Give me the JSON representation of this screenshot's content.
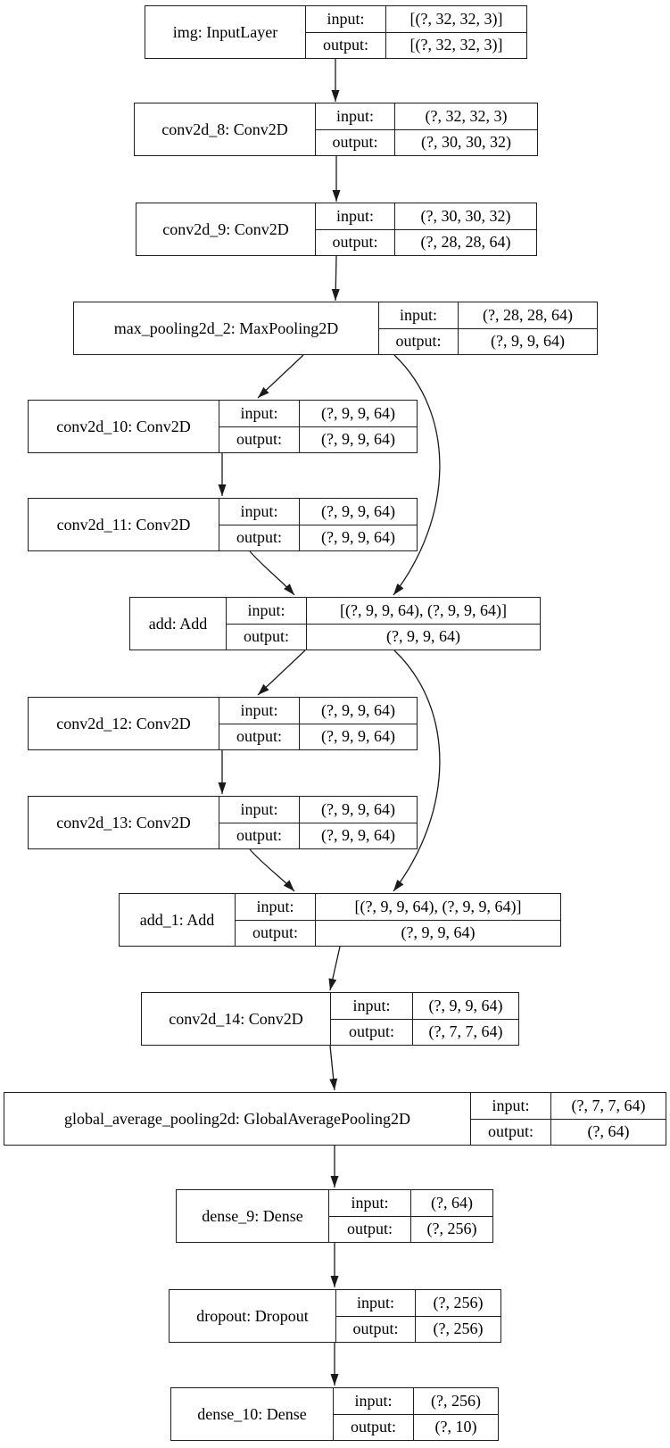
{
  "diagram": {
    "type": "keras-model-plot",
    "row_labels": {
      "input": "input:",
      "output": "output:"
    },
    "nodes": [
      {
        "id": "img",
        "label": "img: InputLayer",
        "input": "[(?, 32, 32, 3)]",
        "output": "[(?, 32, 32, 3)]"
      },
      {
        "id": "conv2d_8",
        "label": "conv2d_8: Conv2D",
        "input": "(?, 32, 32, 3)",
        "output": "(?, 30, 30, 32)"
      },
      {
        "id": "conv2d_9",
        "label": "conv2d_9: Conv2D",
        "input": "(?, 30, 30, 32)",
        "output": "(?, 28, 28, 64)"
      },
      {
        "id": "max_pooling2d_2",
        "label": "max_pooling2d_2: MaxPooling2D",
        "input": "(?, 28, 28, 64)",
        "output": "(?, 9, 9, 64)"
      },
      {
        "id": "conv2d_10",
        "label": "conv2d_10: Conv2D",
        "input": "(?, 9, 9, 64)",
        "output": "(?, 9, 9, 64)"
      },
      {
        "id": "conv2d_11",
        "label": "conv2d_11: Conv2D",
        "input": "(?, 9, 9, 64)",
        "output": "(?, 9, 9, 64)"
      },
      {
        "id": "add",
        "label": "add: Add",
        "input": "[(?, 9, 9, 64), (?, 9, 9, 64)]",
        "output": "(?, 9, 9, 64)"
      },
      {
        "id": "conv2d_12",
        "label": "conv2d_12: Conv2D",
        "input": "(?, 9, 9, 64)",
        "output": "(?, 9, 9, 64)"
      },
      {
        "id": "conv2d_13",
        "label": "conv2d_13: Conv2D",
        "input": "(?, 9, 9, 64)",
        "output": "(?, 9, 9, 64)"
      },
      {
        "id": "add_1",
        "label": "add_1: Add",
        "input": "[(?, 9, 9, 64), (?, 9, 9, 64)]",
        "output": "(?, 9, 9, 64)"
      },
      {
        "id": "conv2d_14",
        "label": "conv2d_14: Conv2D",
        "input": "(?, 9, 9, 64)",
        "output": "(?, 7, 7, 64)"
      },
      {
        "id": "global_average_pooling2d",
        "label": "global_average_pooling2d: GlobalAveragePooling2D",
        "input": "(?, 7, 7, 64)",
        "output": "(?, 64)"
      },
      {
        "id": "dense_9",
        "label": "dense_9: Dense",
        "input": "(?, 64)",
        "output": "(?, 256)"
      },
      {
        "id": "dropout",
        "label": "dropout: Dropout",
        "input": "(?, 256)",
        "output": "(?, 256)"
      },
      {
        "id": "dense_10",
        "label": "dense_10: Dense",
        "input": "(?, 256)",
        "output": "(?, 10)"
      }
    ],
    "edges": [
      {
        "from": "img",
        "to": "conv2d_8"
      },
      {
        "from": "conv2d_8",
        "to": "conv2d_9"
      },
      {
        "from": "conv2d_9",
        "to": "max_pooling2d_2"
      },
      {
        "from": "max_pooling2d_2",
        "to": "conv2d_10"
      },
      {
        "from": "conv2d_10",
        "to": "conv2d_11"
      },
      {
        "from": "conv2d_11",
        "to": "add"
      },
      {
        "from": "max_pooling2d_2",
        "to": "add"
      },
      {
        "from": "add",
        "to": "conv2d_12"
      },
      {
        "from": "conv2d_12",
        "to": "conv2d_13"
      },
      {
        "from": "conv2d_13",
        "to": "add_1"
      },
      {
        "from": "add",
        "to": "add_1"
      },
      {
        "from": "add_1",
        "to": "conv2d_14"
      },
      {
        "from": "conv2d_14",
        "to": "global_average_pooling2d"
      },
      {
        "from": "global_average_pooling2d",
        "to": "dense_9"
      },
      {
        "from": "dense_9",
        "to": "dropout"
      },
      {
        "from": "dropout",
        "to": "dense_10"
      }
    ],
    "colors": {
      "background": "#ffffff",
      "node_fill": "#ffffff",
      "node_border": "#1f1f1f",
      "edge": "#1a1a1a",
      "text": "#000000"
    }
  }
}
